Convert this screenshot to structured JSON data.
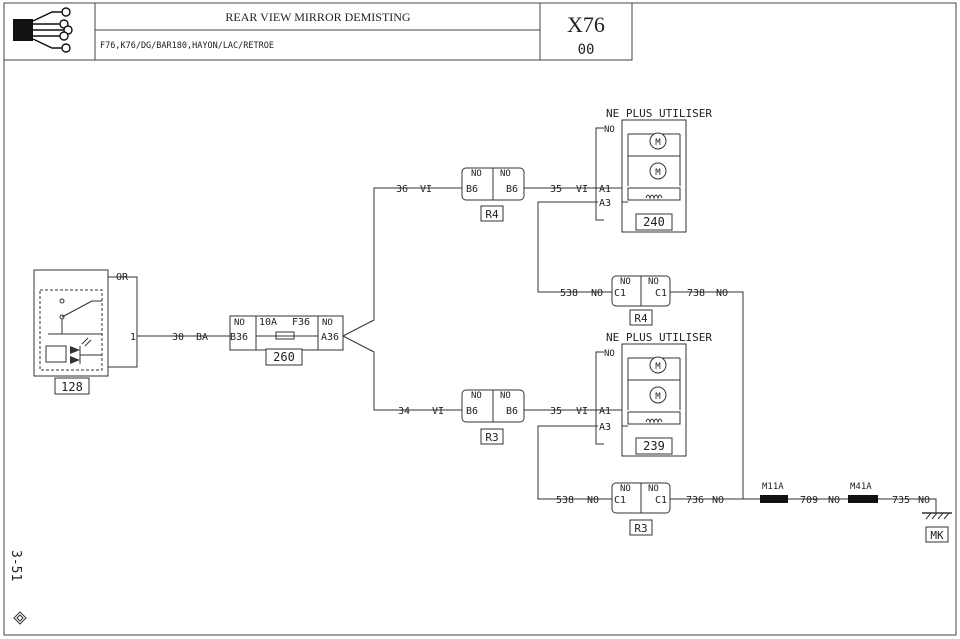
{
  "header": {
    "title": "REAR VIEW MIRROR DEMISTING",
    "subtitle": "F76,K76/DG/BAR180,HAYON/LAC/RETROE",
    "code": "X76",
    "code_index": "00",
    "page_ref": "3-51"
  },
  "switch": {
    "id": "128",
    "pin_or": "OR",
    "pin_1": "1"
  },
  "wires": {
    "w30": "30",
    "w30_color": "BA",
    "w36": "36",
    "w36_color": "VI",
    "w34": "34",
    "w34_color": "VI",
    "w35a": "35",
    "w35a_color": "VI",
    "w35b": "35",
    "w35b_color": "VI",
    "w538a": "538",
    "w538a_color": "NO",
    "w538b": "538",
    "w538b_color": "NO",
    "w738": "738",
    "w738_color": "NO",
    "w736": "736",
    "w736_color": "NO",
    "w709": "709",
    "w709_color": "NO",
    "w735": "735",
    "w735_color": "NO"
  },
  "fuse_box": {
    "id": "260",
    "rating": "10A",
    "fuse": "F36",
    "left_color": "NO",
    "left_pin": "B36",
    "right_color": "NO",
    "right_pin": "A36"
  },
  "conn_b6_r4": {
    "left_color": "NO",
    "right_color": "NO",
    "left_pin": "B6",
    "right_pin": "B6",
    "ref": "R4"
  },
  "conn_b6_r3": {
    "left_color": "NO",
    "right_color": "NO",
    "left_pin": "B6",
    "right_pin": "B6",
    "ref": "R3"
  },
  "conn_c1_r4": {
    "left_color": "NO",
    "right_color": "NO",
    "left_pin": "C1",
    "right_pin": "C1",
    "ref": "R4"
  },
  "conn_c1_r3": {
    "left_color": "NO",
    "right_color": "NO",
    "left_pin": "C1",
    "right_pin": "C1",
    "ref": "R3"
  },
  "mirror_top": {
    "note": "NE PLUS UTILISER",
    "ground_color": "NO",
    "pin_a1": "A1",
    "pin_a3": "A3",
    "id": "240",
    "motor": "M"
  },
  "mirror_bottom": {
    "note": "NE PLUS UTILISER",
    "ground_color": "NO",
    "pin_a1": "A1",
    "pin_a3": "A3",
    "id": "239",
    "motor": "M"
  },
  "ground": {
    "splice1": "M11A",
    "splice2": "M41A",
    "earth": "MK"
  },
  "colors": {
    "line": "#333333",
    "paper": "#ffffff"
  }
}
